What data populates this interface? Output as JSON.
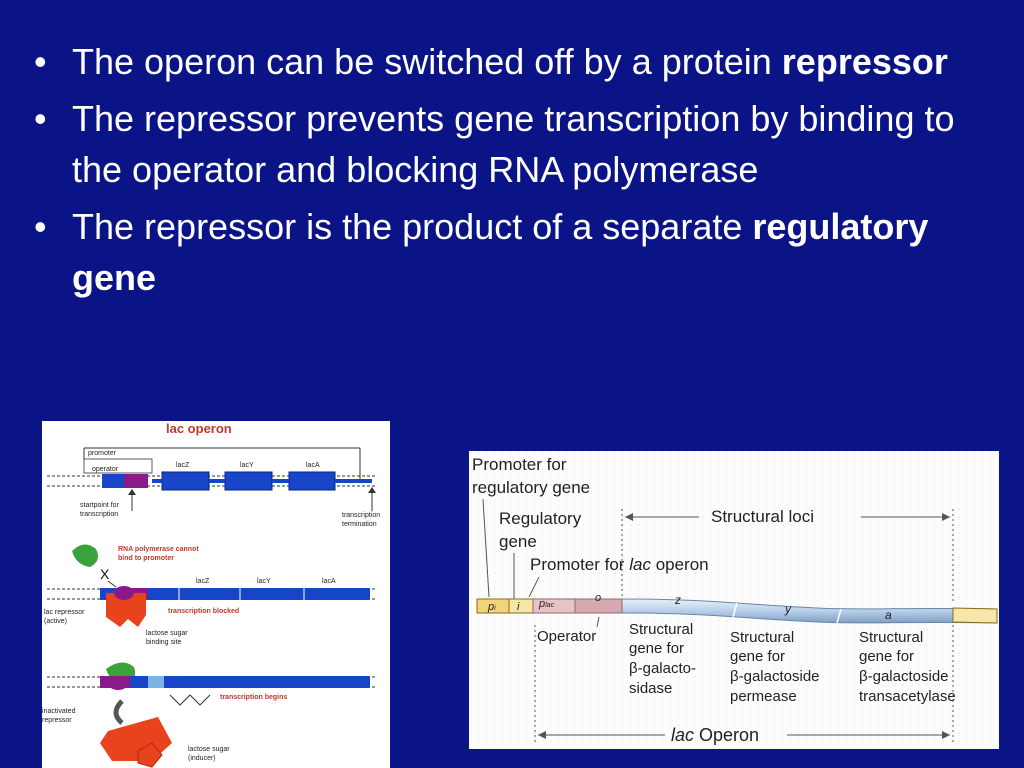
{
  "bullets": [
    {
      "text": "The operon can be switched off by a protein ",
      "bold": "repressor"
    },
    {
      "text": "The repressor prevents gene transcription by binding to the operator and blocking RNA polymerase",
      "bold": ""
    },
    {
      "text": "The repressor is the product of a separate ",
      "bold": "regulatory gene"
    }
  ],
  "left_figure": {
    "title": "lac operon",
    "promoter": "promoter",
    "operator": "operator",
    "genes": [
      "lacZ",
      "lacY",
      "lacA"
    ],
    "startpoint": [
      "startpoint for",
      "transcription"
    ],
    "termination": [
      "transcription",
      "termination"
    ],
    "rna_pol_note": [
      "RNA polymerase cannot",
      "bind to promoter"
    ],
    "x_mark": "X",
    "repressor_active": [
      "lac repressor",
      "(active)"
    ],
    "transcription_blocked": "transcription blocked",
    "binding_site": [
      "lactose sugar",
      "binding site"
    ],
    "transcription_begins": "transcription begins",
    "inactivated": [
      "inactivated",
      "repressor"
    ],
    "inducer": [
      "lactose sugar",
      "(inducer)"
    ]
  },
  "right_figure": {
    "promoter_reg": [
      "Promoter for",
      "regulatory gene"
    ],
    "regulatory_gene": [
      "Regulatory",
      "gene"
    ],
    "structural_loci": "Structural loci",
    "promoter_lac": "Promoter for",
    "promoter_lac_italic": "lac",
    "promoter_lac_end": "operon",
    "seg_pi": "p",
    "seg_pi_sub": "i",
    "seg_i": "i",
    "seg_plac": "p",
    "seg_plac_sub": "lac",
    "seg_o": "o",
    "seg_z": "z",
    "seg_y": "y",
    "seg_a": "a",
    "operator": "Operator",
    "gal": [
      "Structural",
      "gene for",
      "β-galacto-",
      "sidase"
    ],
    "permease": [
      "Structural",
      "gene for",
      "β-galactoside",
      "permease"
    ],
    "transacetylase": [
      "Structural",
      "gene for",
      "β-galactoside",
      "transacetylase"
    ],
    "operon_italic": "lac",
    "operon_label": "Operon"
  },
  "colors": {
    "background": "#0b1487",
    "gene_blue": "#1846c8",
    "repressor_red": "#e8431c",
    "polymerase_green": "#3aa23a",
    "operator_purple": "#8a1a8a"
  }
}
